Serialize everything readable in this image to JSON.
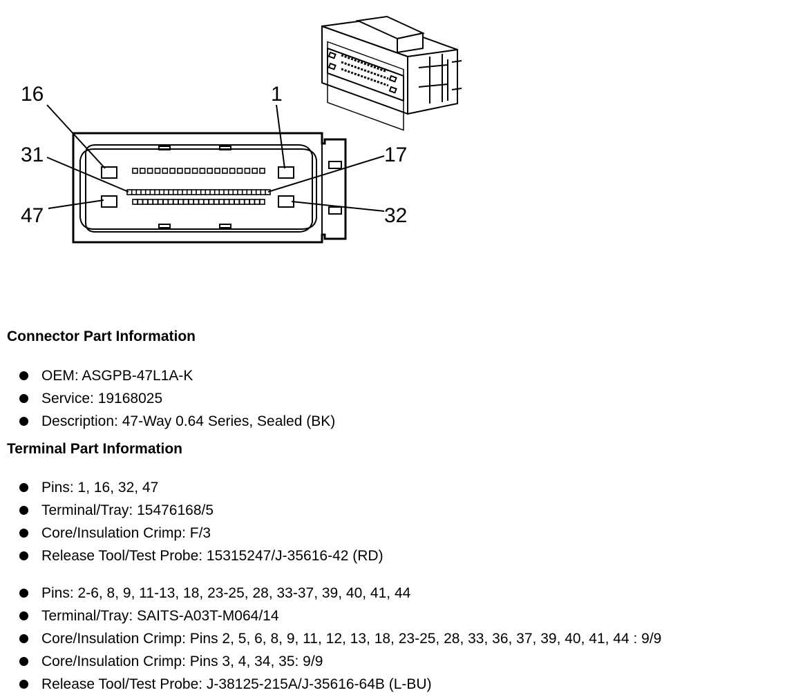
{
  "diagram": {
    "pin_labels": {
      "pin_16": "16",
      "pin_1": "1",
      "pin_31": "31",
      "pin_17": "17",
      "pin_47": "47",
      "pin_32": "32"
    },
    "connector_pin_rows": {
      "row_top_small_cavities": 18,
      "row_middle_small_cavities": 31,
      "row_bottom_small_cavities": 26
    }
  },
  "connector_section": {
    "heading": "Connector Part Information",
    "items": [
      "OEM: ASGPB-47L1A-K",
      "Service: 19168025",
      "Description: 47-Way 0.64 Series, Sealed (BK)"
    ]
  },
  "terminal_section": {
    "heading": "Terminal Part Information",
    "group1": [
      "Pins: 1, 16, 32, 47",
      "Terminal/Tray: 15476168/5",
      "Core/Insulation Crimp: F/3",
      "Release Tool/Test Probe: 15315247/J-35616-42 (RD)"
    ],
    "group2": [
      "Pins: 2-6, 8, 9, 11-13, 18, 23-25, 28, 33-37, 39, 40, 41, 44",
      "Terminal/Tray: SAITS-A03T-M064/14",
      "Core/Insulation Crimp: Pins 2, 5, 6, 8, 9, 11, 12, 13, 18, 23-25, 28, 33, 36, 37, 39, 40, 41, 44 : 9/9",
      "Core/Insulation Crimp: Pins 3, 4, 34, 35: 9/9",
      "Release Tool/Test Probe: J-38125-215A/J-35616-64B (L-BU)"
    ]
  }
}
